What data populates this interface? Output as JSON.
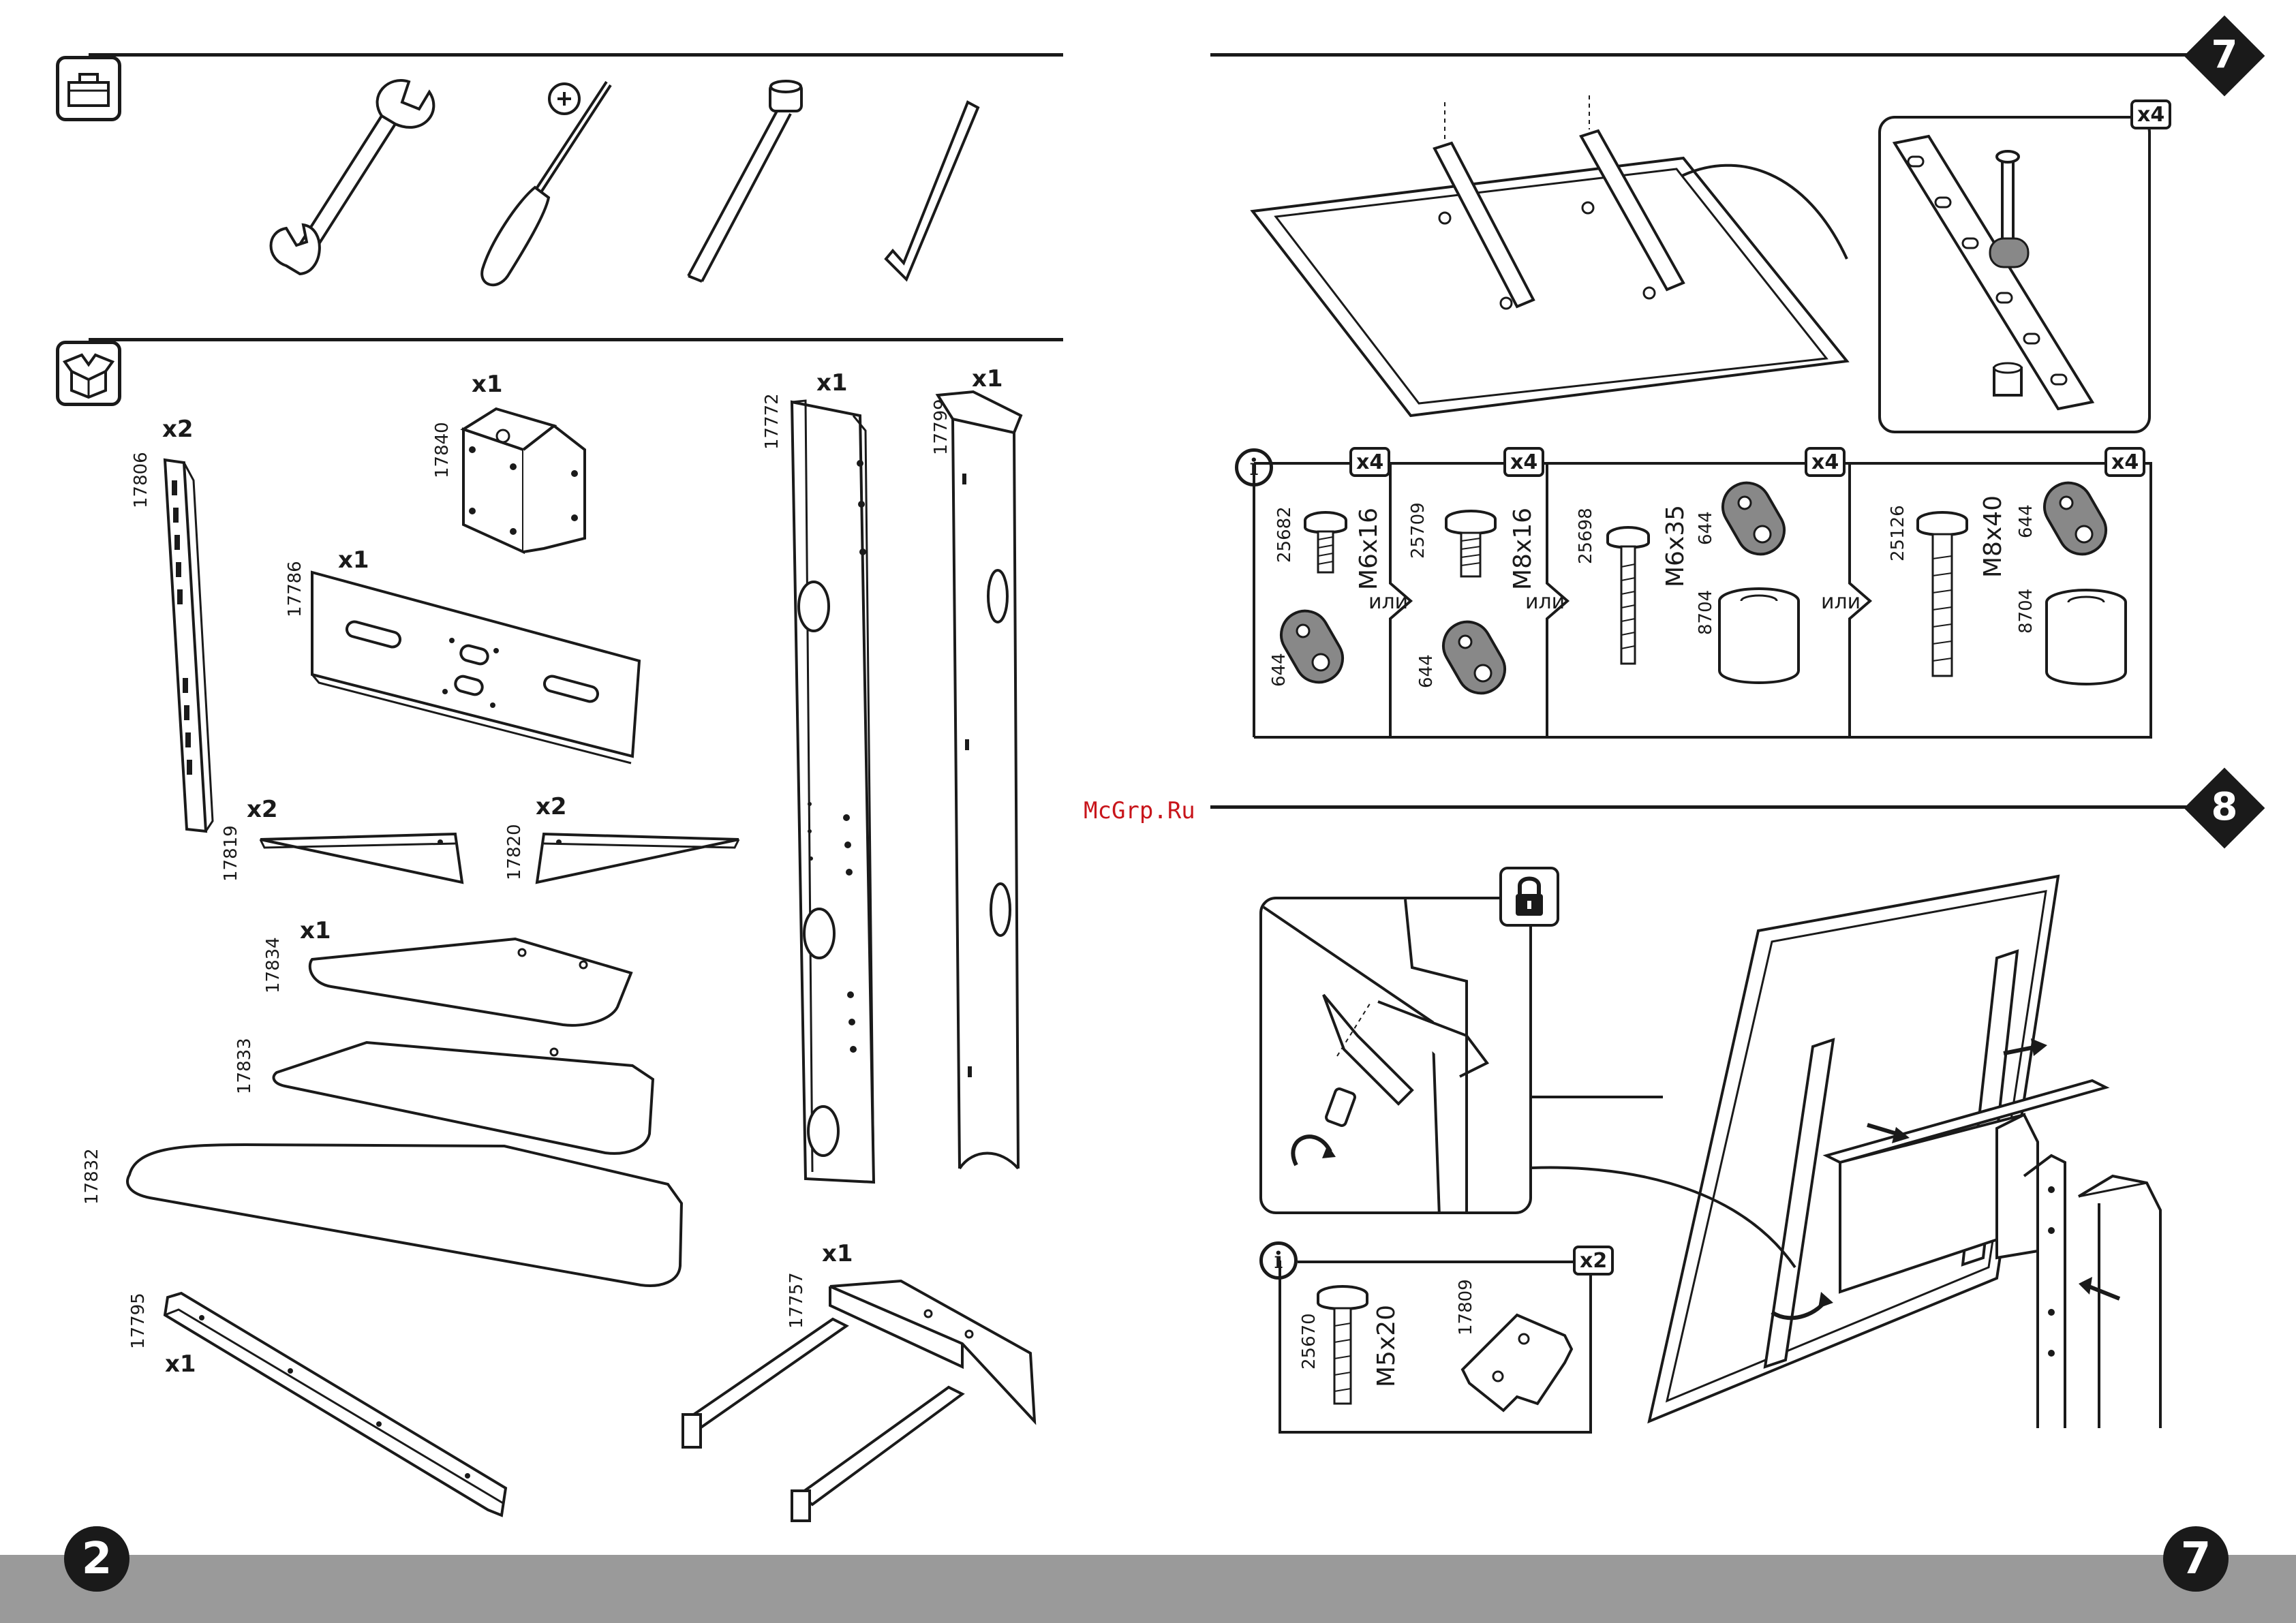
{
  "page": {
    "left_page_number": "2",
    "right_page_number": "7",
    "watermark": "McGrp.Ru"
  },
  "tools_section": {
    "icon": "toolbox-icon",
    "tools": [
      "wrench-icon",
      "phillips-screwdriver-icon",
      "socket-wrench-icon",
      "allen-key-icon"
    ]
  },
  "parts_section": {
    "icon": "open-box-icon",
    "parts": [
      {
        "code": "17806",
        "qty": "x2"
      },
      {
        "code": "17840",
        "qty": "x1"
      },
      {
        "code": "17786",
        "qty": "x1"
      },
      {
        "code": "17772",
        "qty": "x1"
      },
      {
        "code": "17799",
        "qty": "x1"
      },
      {
        "code": "17819",
        "qty": "x2"
      },
      {
        "code": "17820",
        "qty": "x2"
      },
      {
        "code": "17834",
        "qty": "x1"
      },
      {
        "code": "17833",
        "qty": ""
      },
      {
        "code": "17832",
        "qty": ""
      },
      {
        "code": "17795",
        "qty": "x1"
      },
      {
        "code": "17757",
        "qty": "x1"
      }
    ]
  },
  "step7": {
    "number": "7",
    "detail_qty": "x4",
    "separator": "или",
    "options": [
      {
        "qty": "x4",
        "screw_code": "25682",
        "screw_size": "M6x16",
        "washer_code": "644"
      },
      {
        "qty": "x4",
        "screw_code": "25709",
        "screw_size": "M8x16",
        "washer_code": "644"
      },
      {
        "qty": "x4",
        "screw_code": "25698",
        "screw_size": "M6x35",
        "washer_code": "644",
        "spacer_code": "8704"
      },
      {
        "qty": "x4",
        "screw_code": "25126",
        "screw_size": "M8x40",
        "washer_code": "644",
        "spacer_code": "8704"
      }
    ]
  },
  "step8": {
    "number": "8",
    "lock_icon": "padlock-icon",
    "qty": "x2",
    "screw_code": "25670",
    "screw_size": "M5x20",
    "plate_code": "17809"
  },
  "colors": {
    "ink": "#1a1a1a",
    "footer": "#9a9a9a",
    "watermark": "#c8151b"
  }
}
